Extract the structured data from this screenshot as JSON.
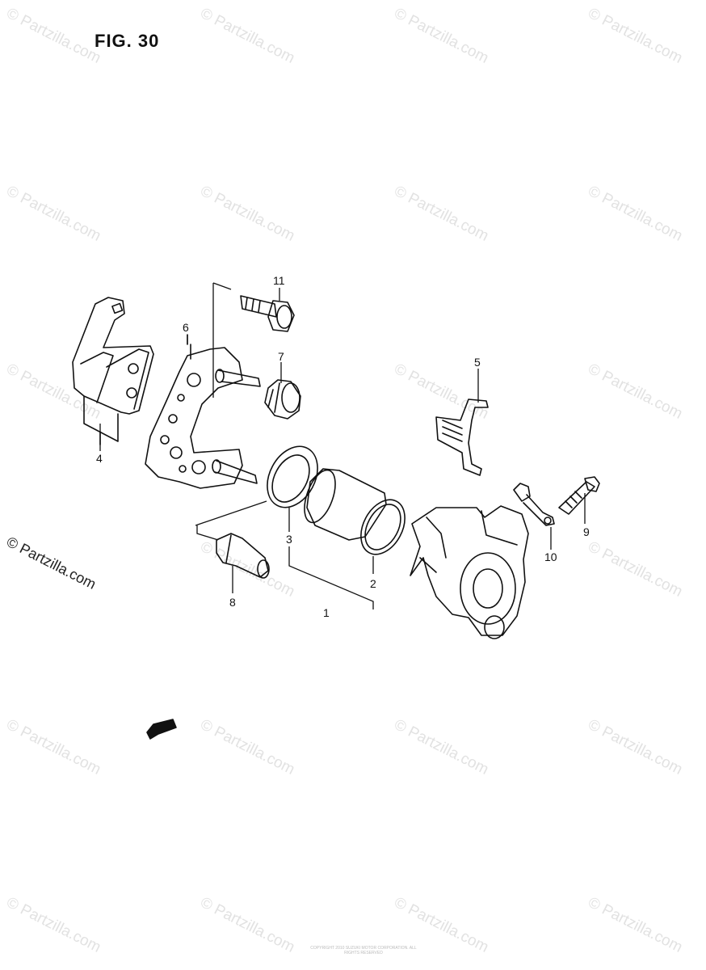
{
  "figure": {
    "title": "FIG. 30"
  },
  "watermark": {
    "text": "© Partzilla.com",
    "main_text": "© Partzilla.com"
  },
  "callouts": [
    "1",
    "2",
    "3",
    "4",
    "5",
    "6",
    "7",
    "8",
    "9",
    "10",
    "11"
  ],
  "fwd_label": "FWD",
  "footer_text": "COPYRIGHT 2010 SUZUKI MOTOR CORPORATION. ALL RIGHTS RESERVED"
}
